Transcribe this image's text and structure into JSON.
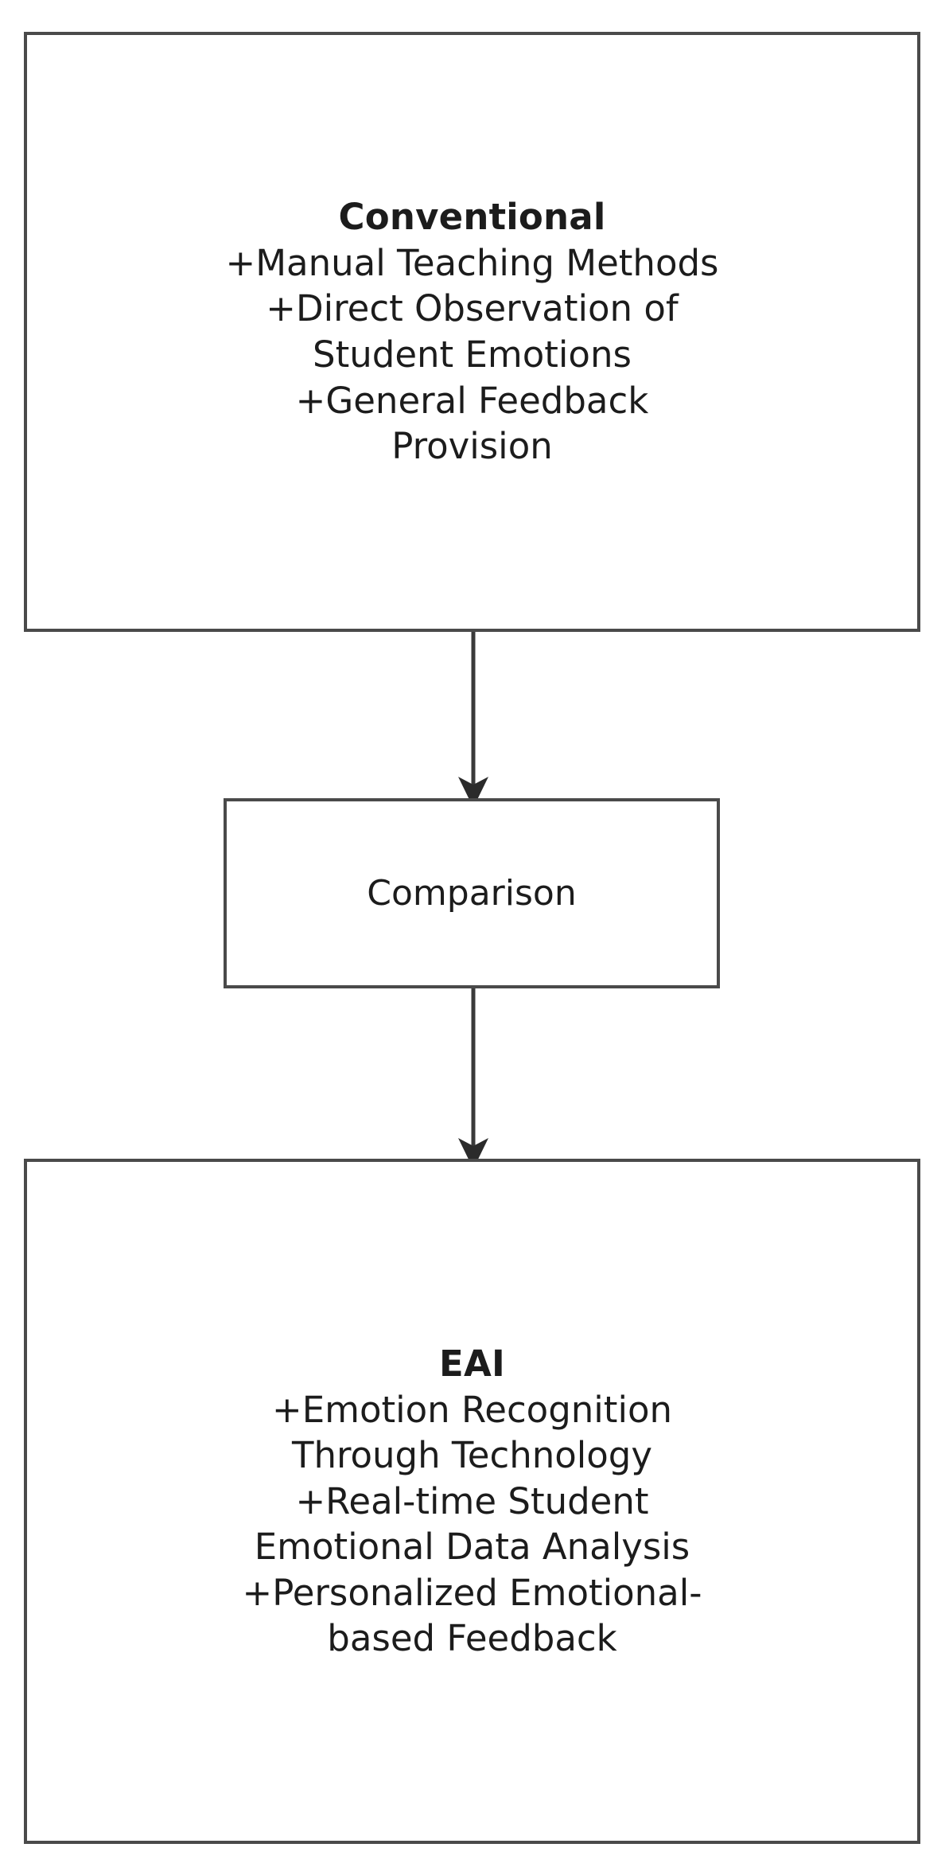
{
  "diagram": {
    "title_semantic": "comparison-flow-conventional-vs-eai",
    "background_color": "#ffffff",
    "border_color": "#4a4a4a",
    "text_color": "#1c1c1c",
    "nodes": [
      {
        "id": "conventional",
        "title": "Conventional",
        "lines": [
          "+Manual Teaching Methods",
          "+Direct Observation of",
          "Student Emotions",
          "+General Feedback",
          "Provision"
        ]
      },
      {
        "id": "comparison",
        "title": "Comparison",
        "lines": []
      },
      {
        "id": "eai",
        "title": "EAI",
        "lines": [
          "+Emotion Recognition",
          "Through Technology",
          "+Real-time Student",
          "Emotional Data Analysis",
          "+Personalized Emotional-",
          "based Feedback"
        ]
      }
    ],
    "edges": [
      {
        "id": "conventional-to-comparison",
        "from": "conventional",
        "to": "comparison",
        "arrow": "down"
      },
      {
        "id": "comparison-to-eai",
        "from": "comparison",
        "to": "eai",
        "arrow": "down"
      }
    ]
  }
}
